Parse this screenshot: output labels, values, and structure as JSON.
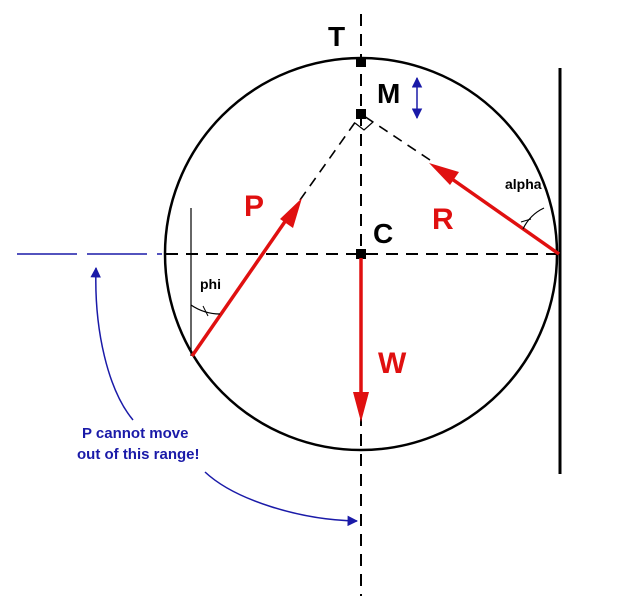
{
  "labels": {
    "T": "T",
    "M": "M",
    "C": "C",
    "P": "P",
    "R": "R",
    "W": "W",
    "alpha": "alpha",
    "phi": "phi"
  },
  "note": {
    "line1": "P cannot move",
    "line2": "out of this range!"
  },
  "colors": {
    "force": "#e01010",
    "annotation": "#1a1aa8",
    "line": "#000000"
  }
}
